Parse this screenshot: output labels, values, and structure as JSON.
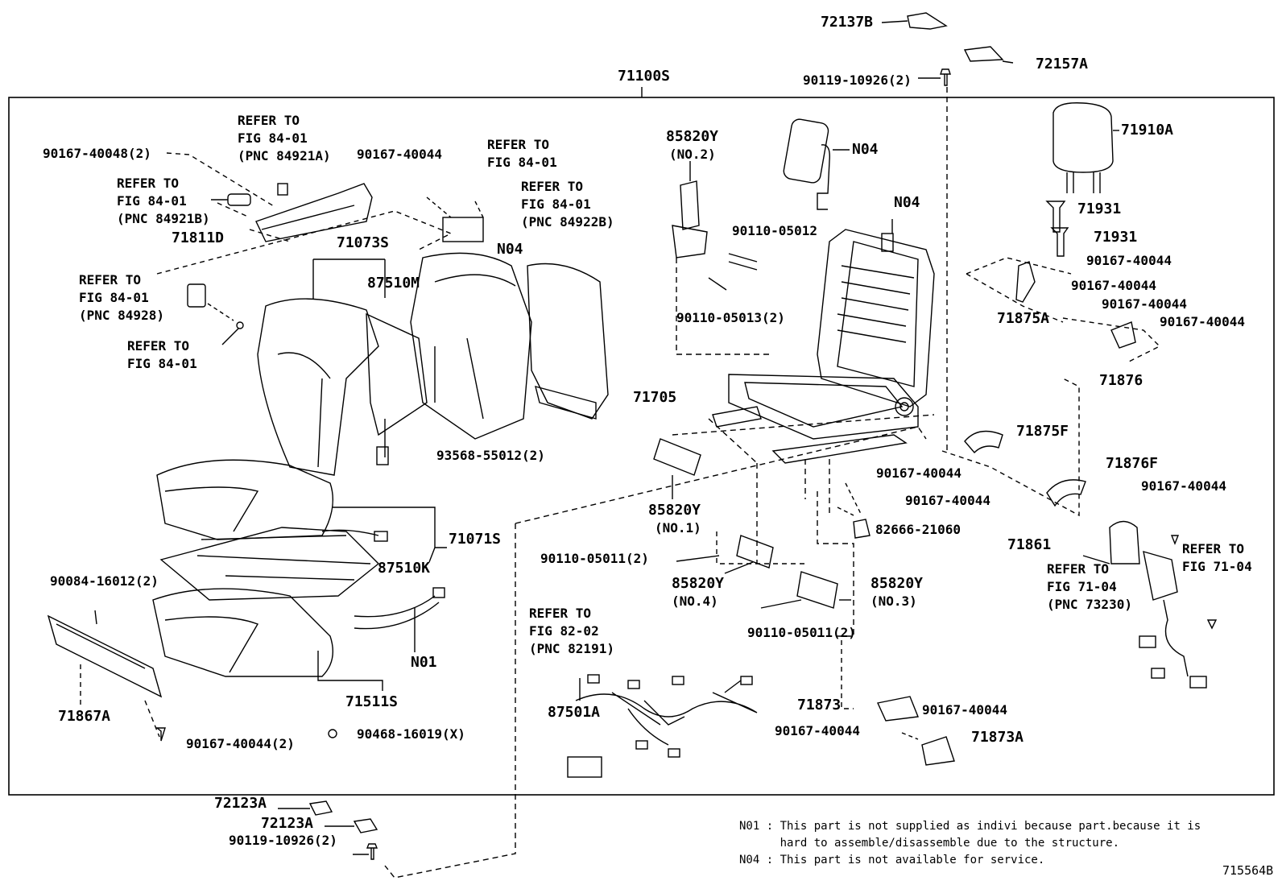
{
  "labels": [
    "72137B",
    "72157A",
    "90119-10926(2)",
    "71100S",
    "85820Y",
    "(NO.2)",
    "N04",
    "71910A",
    "REFER TO",
    "FIG 84-01",
    "(PNC 84921A)",
    "90167-40044",
    "90167-40048(2)",
    "REFER TO",
    "FIG 84-01",
    "REFER TO",
    "FIG 84-01",
    "(PNC 84922B)",
    "REFER TO",
    "FIG 84-01",
    "(PNC 84921B)",
    "71811D",
    "71073S",
    "N04",
    "87510M",
    "90110-05012",
    "N04",
    "71931",
    "71931",
    "90167-40044",
    "90167-40044",
    "90167-40044",
    "90167-40044",
    "REFER TO",
    "FIG 84-01",
    "(PNC 84928)",
    "90110-05013(2)",
    "71875A",
    "REFER TO",
    "FIG 84-01",
    "71705",
    "71876",
    "71875F",
    "93568-55012(2)",
    "90167-40044",
    "71876F",
    "85820Y",
    "(NO.1)",
    "90167-40044",
    "90167-40044",
    "82666-21060",
    "71071S",
    "71861",
    "87510K",
    "90110-05011(2)",
    "85820Y",
    "(NO.4)",
    "85820Y",
    "(NO.3)",
    "REFER TO",
    "FIG 71-04",
    "REFER TO",
    "FIG 71-04",
    "(PNC 73230)",
    "90084-16012(2)",
    "N01",
    "90110-05011(2)",
    "REFER TO",
    "FIG 82-02",
    "(PNC 82191)",
    "71867A",
    "71511S",
    "87501A",
    "71873",
    "90167-40044",
    "90468-16019(X)",
    "90167-40044",
    "71873A",
    "90167-40044(2)",
    "72123A",
    "72123A",
    "90119-10926(2)"
  ],
  "notes": [
    "N01 : This part is not supplied as indivi because part.because it is",
    "      hard to assemble/disassemble due to the structure.",
    "N04 : This part is not available for service."
  ],
  "figure_id": "715564B"
}
